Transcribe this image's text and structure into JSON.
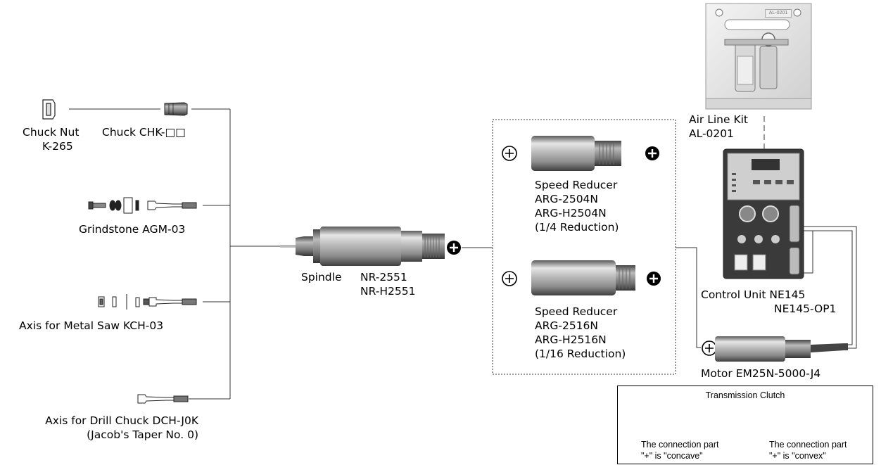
{
  "accessories": {
    "chuck_nut": {
      "name": "Chuck Nut",
      "model": "K-265"
    },
    "chuck": {
      "label": "Chuck CHK-□□"
    },
    "grindstone": {
      "label": "Grindstone AGM-03"
    },
    "metal_saw_axis": {
      "label": "Axis for Metal Saw KCH-03"
    },
    "drill_chuck_axis": {
      "line1": "Axis for Drill Chuck DCH-J0K",
      "line2": "(Jacob's Taper No. 0)"
    }
  },
  "spindle": {
    "name": "Spindle",
    "model1": "NR-2551",
    "model2": "NR-H2551"
  },
  "reducers": [
    {
      "title": "Speed Reducer",
      "model1": "ARG-2504N",
      "model2": "ARG-H2504N",
      "ratio": "(1/4 Reduction)"
    },
    {
      "title": "Speed Reducer",
      "model1": "ARG-2516N",
      "model2": "ARG-H2516N",
      "ratio": "(1/16 Reduction)"
    }
  ],
  "air_line_kit": {
    "name": "Air Line Kit",
    "model": "AL-0201",
    "plate_text": "AL-0201"
  },
  "control_unit": {
    "line1": "Control Unit NE145",
    "line2": "NE145-OP1"
  },
  "motor": {
    "label": "Motor EM25N-5000-J4"
  },
  "legend": {
    "title": "Transmission Clutch",
    "concave_line1": "The connection part",
    "concave_line2": "\"+\" is \"concave\"",
    "convex_line1": "The connection part",
    "convex_line2": "\"+\" is \"convex\""
  },
  "colors": {
    "line": "#333333",
    "metal": "#a8a8a8",
    "unit_panel": "#3a3a3a"
  }
}
